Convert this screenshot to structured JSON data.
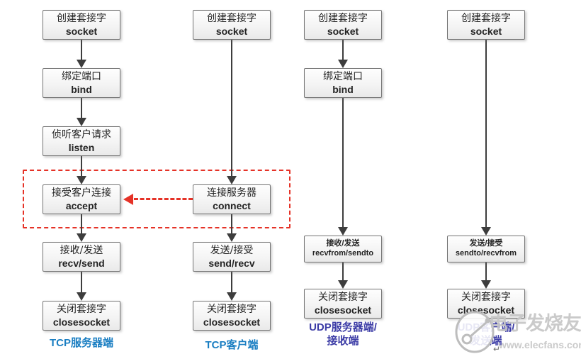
{
  "diagram": {
    "columns": [
      {
        "label": "TCP服务器端",
        "nodes": [
          {
            "cn": "创建套接字",
            "en": "socket"
          },
          {
            "cn": "绑定端口",
            "en": "bind"
          },
          {
            "cn": "侦听客户请求",
            "en": "listen"
          },
          {
            "cn": "接受客户连接",
            "en": "accept"
          },
          {
            "cn": "接收/发送",
            "en": "recv/send"
          },
          {
            "cn": "关闭套接字",
            "en": "closesocket"
          }
        ]
      },
      {
        "label": "TCP客户端",
        "nodes": [
          {
            "cn": "创建套接字",
            "en": "socket"
          },
          {
            "cn": "连接服务器",
            "en": "connect"
          },
          {
            "cn": "发送/接受",
            "en": "send/recv"
          },
          {
            "cn": "关闭套接字",
            "en": "closesocket"
          }
        ]
      },
      {
        "label_line1": "UDP服务器端/",
        "label_line2": "接收端",
        "nodes": [
          {
            "cn": "创建套接字",
            "en": "socket"
          },
          {
            "cn": "绑定端口",
            "en": "bind"
          },
          {
            "cn": "接收/发送",
            "en": "recvfrom/sendto"
          },
          {
            "cn": "关闭套接字",
            "en": "closesocket"
          }
        ]
      },
      {
        "label_line1": "UDP客户端/",
        "label_line2": "发送端",
        "nodes": [
          {
            "cn": "创建套接字",
            "en": "socket"
          },
          {
            "cn": "发送/接受",
            "en": "sendto/recvfrom"
          },
          {
            "cn": "关闭套接字",
            "en": "closesocket"
          }
        ]
      }
    ],
    "colors": {
      "tcp_label": "#1a7ec2",
      "udp_label": "#3c3ca6",
      "highlight_red": "#e53227",
      "arrow": "#3d3d3d",
      "box_border": "#757575",
      "watermark_gray": "#c6c6c6"
    }
  },
  "watermark": {
    "brand": "电子发烧友",
    "url": "www.elecfans.com",
    "mark": "↵"
  }
}
